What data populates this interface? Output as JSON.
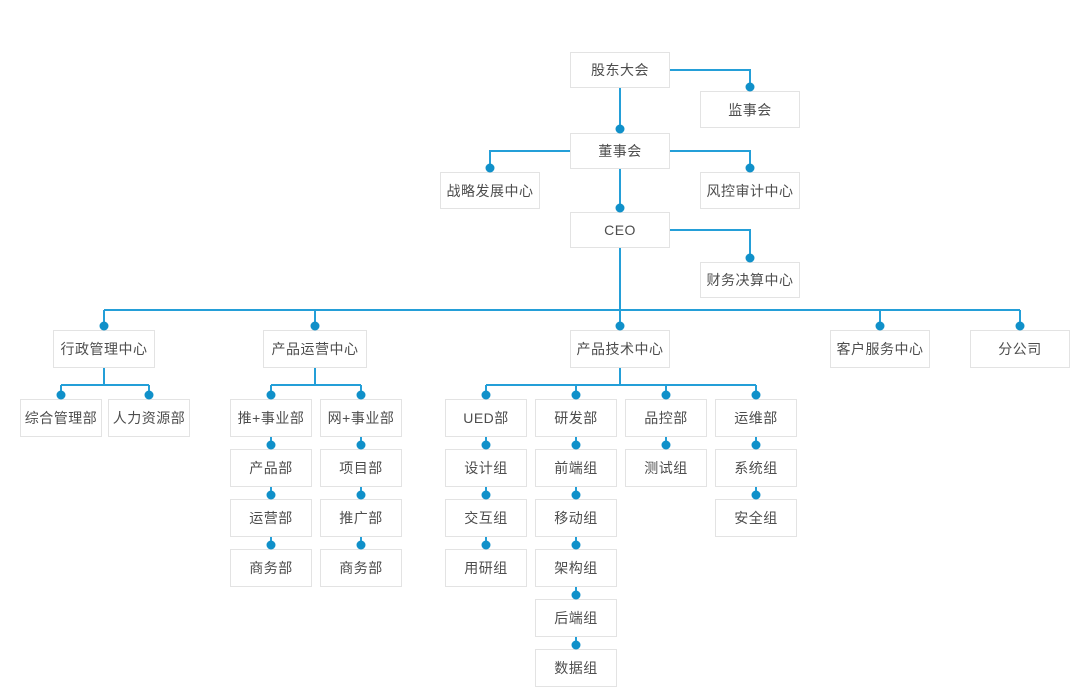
{
  "diagram": {
    "type": "org-chart",
    "language": "zh-CN",
    "colors": {
      "line": "#249fd8",
      "dot": "#1090c9",
      "box_border": "#e3e3e3",
      "box_bg": "#ffffff",
      "text": "#4d4d4d",
      "background": "#ffffff"
    },
    "nodes": [
      {
        "id": "shareholders-meeting",
        "label": "股东大会",
        "parent": null
      },
      {
        "id": "supervisory-board",
        "label": "监事会",
        "parent": "shareholders-meeting"
      },
      {
        "id": "board-of-directors",
        "label": "董事会",
        "parent": "shareholders-meeting"
      },
      {
        "id": "strategy-development-center",
        "label": "战略发展中心",
        "parent": "board-of-directors"
      },
      {
        "id": "risk-audit-center",
        "label": "风控审计中心",
        "parent": "board-of-directors"
      },
      {
        "id": "ceo",
        "label": "CEO",
        "parent": "board-of-directors"
      },
      {
        "id": "financial-accounting-center",
        "label": "财务决算中心",
        "parent": "ceo"
      },
      {
        "id": "admin-management-center",
        "label": "行政管理中心",
        "parent": "ceo"
      },
      {
        "id": "product-operations-center",
        "label": "产品运营中心",
        "parent": "ceo"
      },
      {
        "id": "product-technology-center",
        "label": "产品技术中心",
        "parent": "ceo"
      },
      {
        "id": "customer-service-center",
        "label": "客户服务中心",
        "parent": "ceo"
      },
      {
        "id": "branch-company",
        "label": "分公司",
        "parent": "ceo"
      },
      {
        "id": "general-management-dept",
        "label": "综合管理部",
        "parent": "admin-management-center"
      },
      {
        "id": "hr-dept",
        "label": "人力资源部",
        "parent": "admin-management-center"
      },
      {
        "id": "tui-business-division",
        "label": "推+事业部",
        "parent": "product-operations-center"
      },
      {
        "id": "wang-business-division",
        "label": "网+事业部",
        "parent": "product-operations-center"
      },
      {
        "id": "product-dept",
        "label": "产品部",
        "parent": "tui-business-division"
      },
      {
        "id": "operations-dept",
        "label": "运营部",
        "parent": "product-dept"
      },
      {
        "id": "business-dept-a",
        "label": "商务部",
        "parent": "operations-dept"
      },
      {
        "id": "project-dept",
        "label": "项目部",
        "parent": "wang-business-division"
      },
      {
        "id": "promotion-dept",
        "label": "推广部",
        "parent": "project-dept"
      },
      {
        "id": "business-dept-b",
        "label": "商务部",
        "parent": "promotion-dept"
      },
      {
        "id": "ued-dept",
        "label": "UED部",
        "parent": "product-technology-center"
      },
      {
        "id": "rd-dept",
        "label": "研发部",
        "parent": "product-technology-center"
      },
      {
        "id": "quality-control-dept",
        "label": "品控部",
        "parent": "product-technology-center"
      },
      {
        "id": "operations-maintenance-dept",
        "label": "运维部",
        "parent": "product-technology-center"
      },
      {
        "id": "design-group",
        "label": "设计组",
        "parent": "ued-dept"
      },
      {
        "id": "interaction-group",
        "label": "交互组",
        "parent": "design-group"
      },
      {
        "id": "user-research-group",
        "label": "用研组",
        "parent": "interaction-group"
      },
      {
        "id": "frontend-group",
        "label": "前端组",
        "parent": "rd-dept"
      },
      {
        "id": "mobile-group",
        "label": "移动组",
        "parent": "frontend-group"
      },
      {
        "id": "architecture-group",
        "label": "架构组",
        "parent": "mobile-group"
      },
      {
        "id": "backend-group",
        "label": "后端组",
        "parent": "architecture-group"
      },
      {
        "id": "data-group",
        "label": "数据组",
        "parent": "backend-group"
      },
      {
        "id": "testing-group",
        "label": "测试组",
        "parent": "quality-control-dept"
      },
      {
        "id": "system-group",
        "label": "系统组",
        "parent": "operations-maintenance-dept"
      },
      {
        "id": "security-group",
        "label": "安全组",
        "parent": "system-group"
      }
    ]
  }
}
